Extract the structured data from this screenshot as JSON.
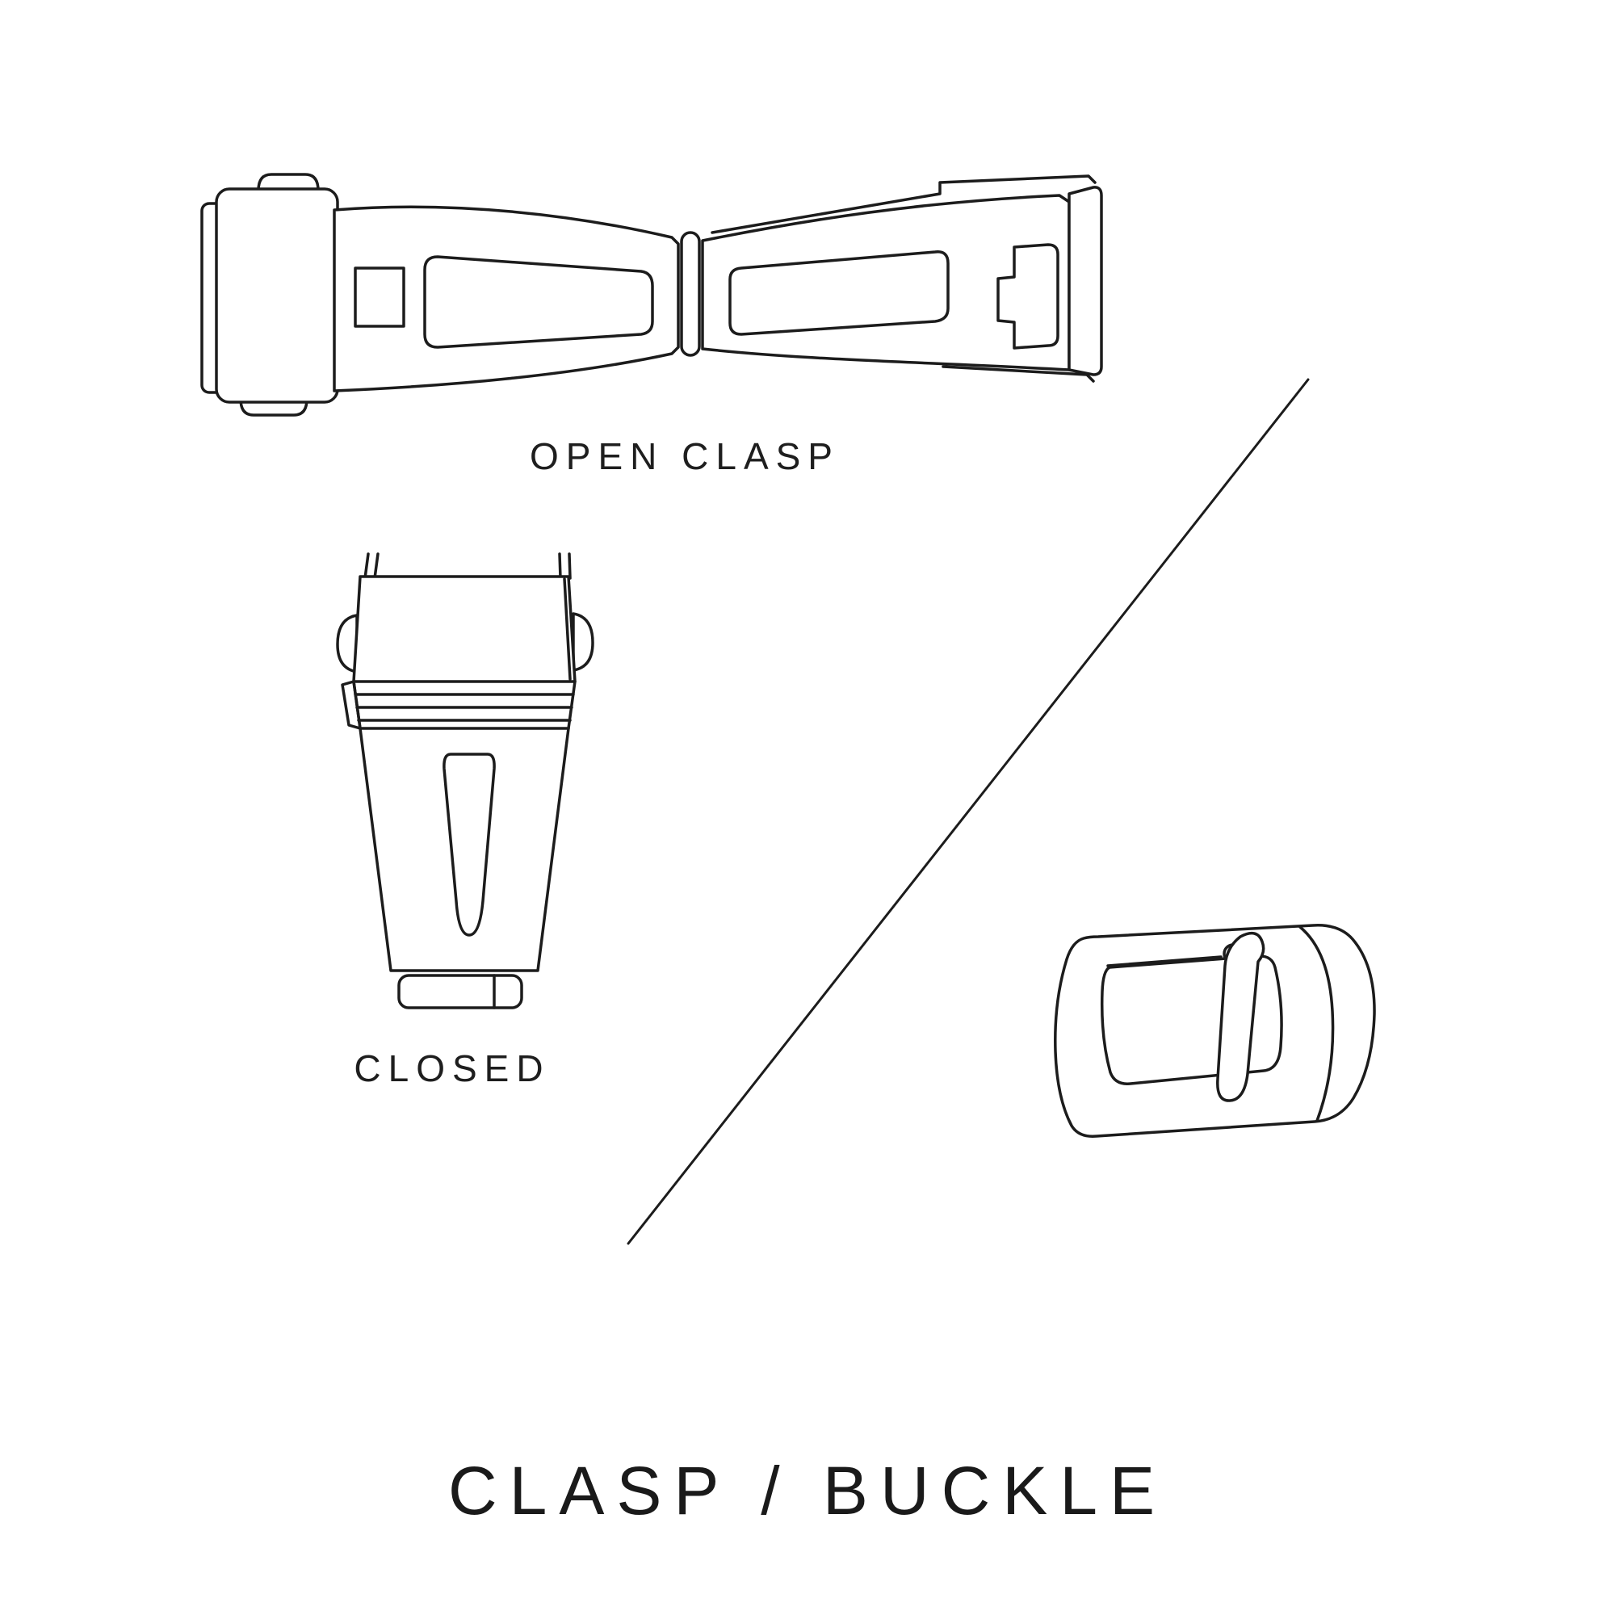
{
  "canvas": {
    "background": "#ffffff",
    "line_color": "#1c1c1c",
    "text_color": "#1e1e1e"
  },
  "diagram": {
    "title": "CLASP / BUCKLE",
    "sections": {
      "open_clasp": {
        "label": "OPEN CLASP",
        "illustration": "open-deployant-clasp-line-drawing"
      },
      "closed_clasp": {
        "label": "CLOSED",
        "illustration": "closed-deployant-clasp-line-drawing"
      },
      "buckle": {
        "illustration": "tang-buckle-line-drawing"
      }
    },
    "divider": "diagonal-divider-line"
  }
}
